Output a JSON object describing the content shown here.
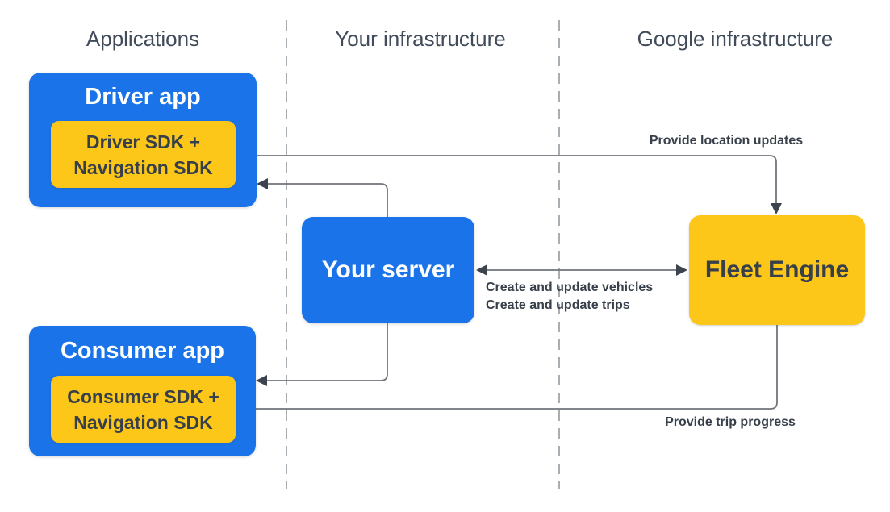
{
  "columns": {
    "applications": "Applications",
    "your_infrastructure": "Your infrastructure",
    "google_infrastructure": "Google infrastructure"
  },
  "nodes": {
    "driver_app": {
      "title": "Driver app",
      "sdk_line1": "Driver SDK +",
      "sdk_line2": "Navigation SDK"
    },
    "consumer_app": {
      "title": "Consumer app",
      "sdk_line1": "Consumer SDK +",
      "sdk_line2": "Navigation SDK"
    },
    "your_server": {
      "title": "Your server"
    },
    "fleet_engine": {
      "title": "Fleet Engine"
    }
  },
  "edges": {
    "driver_sdk_to_fleet_engine": {
      "label": "Provide location updates",
      "from": "Driver SDK + Navigation SDK",
      "to": "Fleet Engine",
      "direction": "one-way"
    },
    "your_server_fleet_engine": {
      "label_line1": "Create and update vehicles",
      "label_line2": "Create and update trips",
      "from": "Your server",
      "to": "Fleet Engine",
      "direction": "two-way"
    },
    "your_server_to_driver_app": {
      "from": "Your server",
      "to": "Driver app",
      "direction": "one-way"
    },
    "your_server_to_consumer_app": {
      "from": "Your server",
      "to": "Consumer app",
      "direction": "one-way"
    },
    "fleet_engine_to_consumer_sdk": {
      "label": "Provide trip progress",
      "from": "Fleet Engine",
      "to": "Consumer SDK + Navigation SDK",
      "direction": "one-way"
    }
  },
  "colors": {
    "node_blue": "#1A73E8",
    "node_yellow": "#FCC719",
    "text_on_blue": "#FFFFFF",
    "text_dark": "#37404A",
    "header_text": "#414B5A",
    "line": "#70757C",
    "arrowhead": "#3D444D",
    "divider": "#A9AEB2"
  }
}
